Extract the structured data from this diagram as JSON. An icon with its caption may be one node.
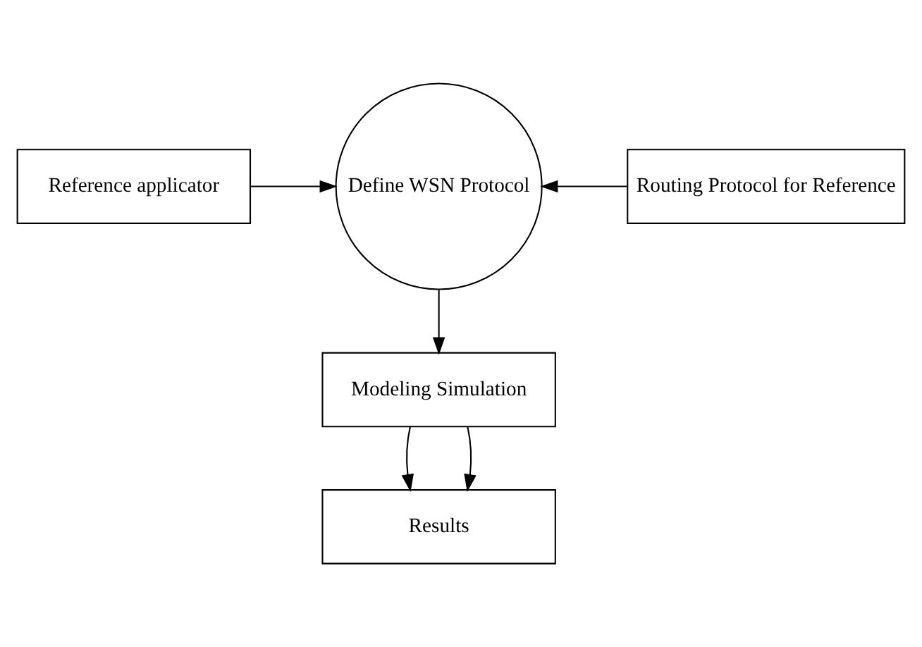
{
  "diagram": {
    "nodes": [
      {
        "text": [
          "Reference applicator"
        ]
      },
      {
        "text": [
          "Define WSN Protocol"
        ]
      },
      {
        "text": [
          "Routing Protocol for Reference"
        ]
      },
      {
        "text": [
          "Modeling Simulation"
        ]
      },
      {
        "text": [
          "Results"
        ]
      }
    ],
    "edges": [
      {
        "from": 0,
        "to": 1,
        "arrow": "to"
      },
      {
        "from": 2,
        "to": 1,
        "arrow": "to"
      },
      {
        "from": 1,
        "to": 3,
        "arrow": "to"
      },
      {
        "from": 3,
        "to": 4,
        "arrow": "to"
      },
      {
        "from": 3,
        "to": 4,
        "arrow": "to"
      }
    ]
  }
}
